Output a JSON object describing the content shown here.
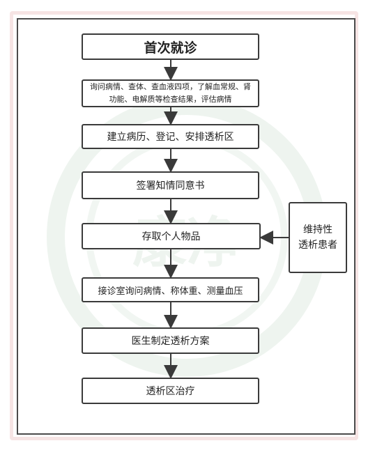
{
  "flowchart": {
    "steps": [
      "首次就诊",
      "询问病情、查体、查血液四项，了解血常规、肾功能、电解质等检查结果，评估病情",
      "建立病历、登记、安排透析区",
      "签署知情同意书",
      "存取个人物品",
      "接诊室询问病情、称体重、测量血压",
      "医生制定透析方案",
      "透析区治疗"
    ],
    "side_note": {
      "line1": "维持性",
      "line2": "透析患者"
    }
  },
  "watermark": {
    "text": "康净"
  },
  "colors": {
    "border_pink": "#f6e4e4",
    "box_border": "#3a3a3a",
    "arrow": "#3a3a3a",
    "watermark": "#eef4ef"
  }
}
